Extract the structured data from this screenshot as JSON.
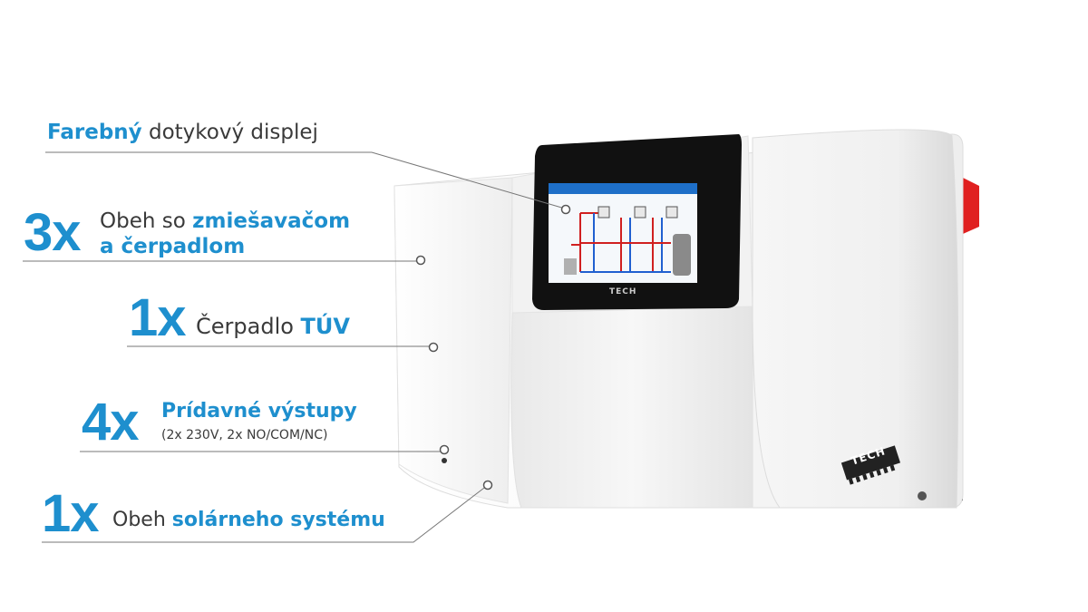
{
  "callouts": {
    "display": {
      "bold": "Farebný",
      "rest": " dotykový displej"
    },
    "mixing": {
      "count": "3x",
      "line1_plain": "Obeh so ",
      "line1_bold": "zmiešavačom",
      "line2_bold": "a čerpadlom"
    },
    "dhw": {
      "count": "1x",
      "plain": "Čerpadlo ",
      "bold": "TÚV"
    },
    "outputs": {
      "count": "4x",
      "bold": "Prídavné výstupy",
      "detail": "(2x 230V, 2x NO/COM/NC)"
    },
    "solar": {
      "count": "1x",
      "plain": "Obeh ",
      "bold": "solárneho systému"
    }
  },
  "device": {
    "screen_brand": "TECH",
    "body_logo": "TECH"
  },
  "colors": {
    "accent": "#1e8fce",
    "text": "#3a3a3a",
    "device_body": "#f4f4f4",
    "bezel": "#111111",
    "side_button": "#e02020",
    "screen_header": "#1e6fc8"
  }
}
